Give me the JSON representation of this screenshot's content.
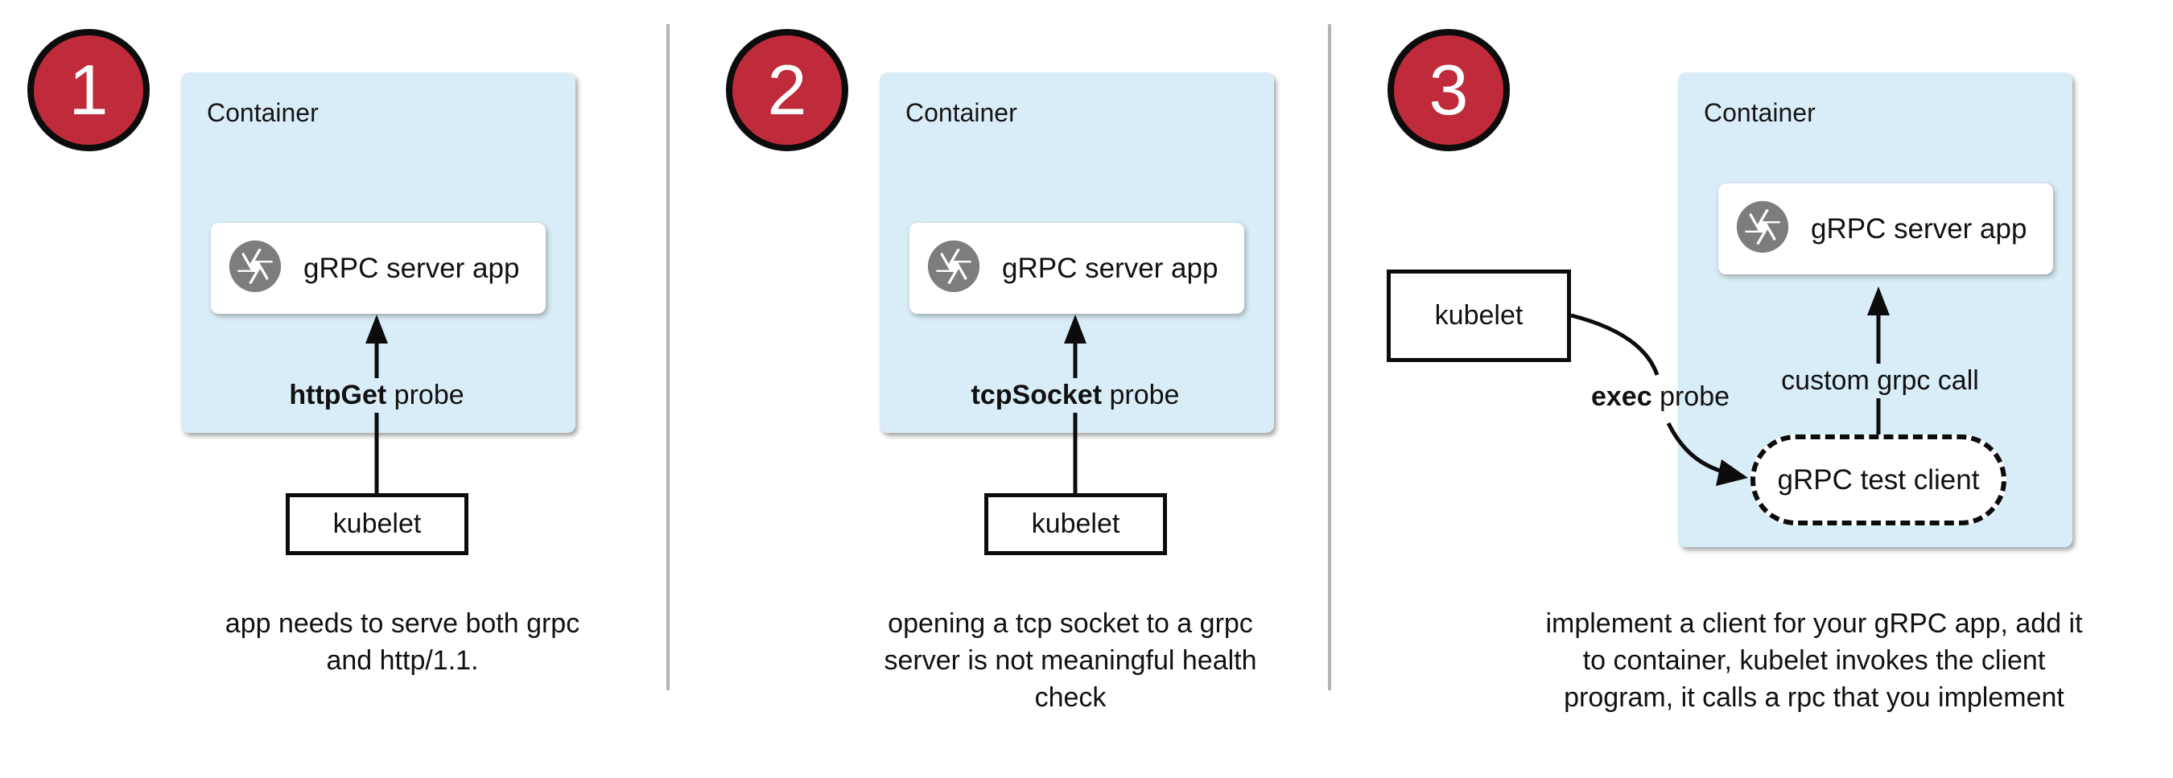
{
  "title": "gRPC health check probe options diagram",
  "colors": {
    "accent_red": "#bf2b3a",
    "container_blue": "#d9edf8",
    "icon_gray": "#7d7d7d",
    "divider_gray": "#b3b3b3"
  },
  "panels": [
    {
      "number": "1",
      "container_label": "Container",
      "server_app_label": "gRPC server app",
      "probe_label_bold": "httpGet",
      "probe_label_rest": " probe",
      "kubelet_label": "kubelet",
      "caption_lines": [
        "app needs to serve both grpc",
        "and http/1.1."
      ]
    },
    {
      "number": "2",
      "container_label": "Container",
      "server_app_label": "gRPC server app",
      "probe_label_bold": "tcpSocket",
      "probe_label_rest": " probe",
      "kubelet_label": "kubelet",
      "caption_lines": [
        "opening a tcp socket to a grpc",
        "server is not meaningful health",
        "check"
      ]
    },
    {
      "number": "3",
      "container_label": "Container",
      "server_app_label": "gRPC server app",
      "probe_label_bold": "exec",
      "probe_label_rest": " probe",
      "kubelet_label": "kubelet",
      "grpc_call_label": "custom grpc call",
      "test_client_label": "gRPC test client",
      "caption_lines": [
        "implement a client for your gRPC app, add it",
        "to container, kubelet invokes the client",
        "program, it calls a rpc that you implement"
      ]
    }
  ]
}
